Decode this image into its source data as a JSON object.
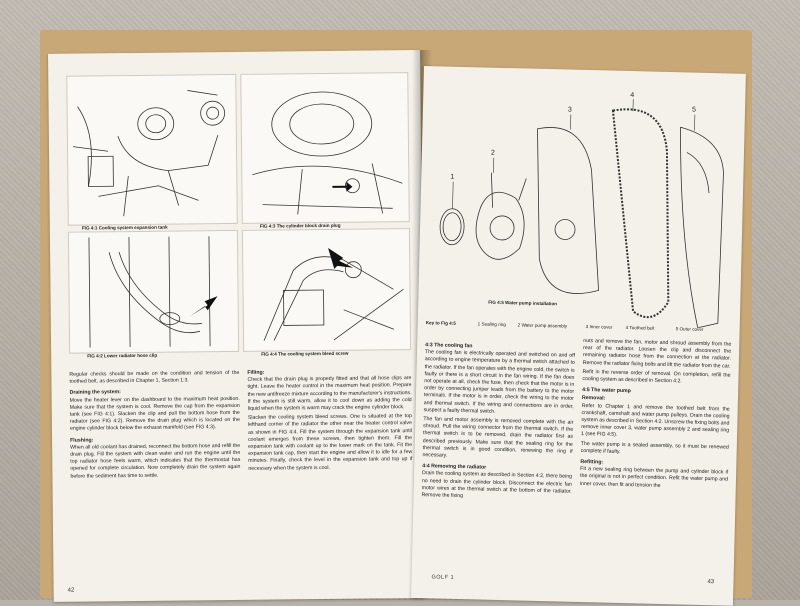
{
  "left_page": {
    "figures": [
      {
        "caption": "FIG 4:1   Cooling system expansion tank"
      },
      {
        "caption": "FIG 4:3   The cylinder block drain plug"
      },
      {
        "caption": "FIG 4:2   Lower radiator hose clip"
      },
      {
        "caption": "FIG 4:4   The cooling system bleed screw"
      }
    ],
    "col1": {
      "intro": "Regular checks should be made on the condition and tension of the toothed belt, as described in Chapter 1, Section 1:3.",
      "h1": "Draining the system:",
      "p1": "Move the heater lever on the dashboard to the maximum heat position. Make sure that the system is cool. Remove the cap from the expansion tank (see FIG 4:1). Slacken the clip and pull the bottom hose from the radiator (see FIG 4:2). Remove the drain plug which is located on the engine cylinder block below the exhaust manifold (see FIG 4:3).",
      "h2": "Flushing:",
      "p2": "When all old coolant has drained, reconnect the bottom hose and refill the drain plug. Fill the system with clean water and run the engine until the top radiator hose feels warm, which indicates that the thermostat has opened for complete circulation. Now completely drain the system again before the sediment has time to settle."
    },
    "col2": {
      "h1": "Filling:",
      "p1": "Check that the drain plug is properly fitted and that all hose clips are tight. Leave the heater control in the maximum heat position. Prepare the new antifreeze mixture according to the manufacturer's instructions. If the system is still warm, allow it to cool down as adding the cold liquid when the system is warm may crack the engine cylinder block.",
      "p2": "Slacken the cooling system bleed screws. One is situated at the top lefthand corner of the radiator the other near the heater control valve as shown in FIG 4:4. Fill the system through the expansion tank until coolant emerges from these screws, then tighten them. Fill the expansion tank with coolant up to the lower mark on the tank. Fit the expansion tank cap, then start the engine and allow it to idle for a few minutes. Finally, check the level in the expansion tank and top up if necessary when the system is cool."
    },
    "page_number": "42"
  },
  "right_page": {
    "figure_caption": "FIG 4:5   Water pump installation",
    "callouts": [
      "1",
      "2",
      "3",
      "4",
      "5"
    ],
    "key_title": "Key to Fig 4:5",
    "key_items": [
      "1 Sealing ring",
      "2 Water pump assembly",
      "3 Inner cover",
      "4 Toothed belt",
      "5 Outer cover"
    ],
    "col1": {
      "h1": "4:3 The cooling fan",
      "p1": "The cooling fan is electrically operated and switched on and off according to engine temperature by a thermal switch attached to the radiator. If the fan operates with the engine cold, the switch is faulty or there is a short circuit in the fan wiring. If the fan does not operate at all, check the fuse, then check that the motor is in order by connecting jumper leads from the battery to the motor terminals. If the motor is in order, check the wiring to the motor and thermal switch. If the wiring and connections are in order, suspect a faulty thermal switch.",
      "p2": "The fan and motor assembly is removed complete with the air shroud. Pull the wiring connector from the thermal switch. If the thermal switch is to be removed, drain the radiator first as described previously. Make sure that the sealing ring for the thermal switch is in good condition, renewing the ring if necessary.",
      "h2": "4:4 Removing the radiator",
      "p3": "Drain the cooling system as described in Section 4:2, there being no need to drain the cylinder block. Disconnect the electric fan motor wires at the thermal switch at the bottom of the radiator. Remove the fixing"
    },
    "col2": {
      "p1": "nuts and remove the fan, motor and shroud assembly from the rear of the radiator. Loosen the clip and disconnect the remaining radiator hose from the connection at the radiator. Remove the radiator fixing bolts and lift the radiator from the car.",
      "p2": "Refit in the reverse order of removal. On completion, refill the cooling system as described in Section 4:2.",
      "h1": "4:5 The water pump",
      "h1b": "Removal:",
      "p3": "Refer to Chapter 1 and remove the toothed belt from the crankshaft, camshaft and water pump pulleys. Drain the cooling system as described in Section 4:2. Unscrew the fixing bolts and remove inner cover 3, water pump assembly 2 and sealing ring 1 (see FIG 4:5).",
      "p4": "The water pump is a sealed assembly, so it must be renewed complete if faulty.",
      "h2": "Refitting:",
      "p5": "Fit a new sealing ring between the pump and cylinder block if the original is not in perfect condition. Refit the water pump and inner cover, then fit and tension the"
    },
    "footer": "GOLF 1",
    "page_number": "43"
  }
}
